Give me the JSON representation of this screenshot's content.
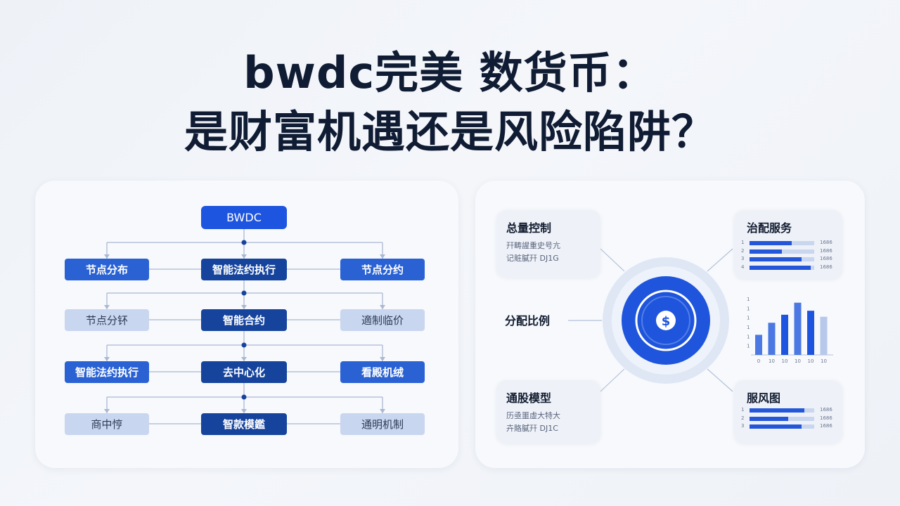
{
  "title": {
    "line1": "bwdc完美 数货币：",
    "line2": "是财富机遇还是风险陷阱？"
  },
  "flowchart": {
    "top": "BWDC",
    "rows": [
      [
        "节点分布",
        "智能法约执行",
        "节点分约"
      ],
      [
        "节点分钚",
        "智能合约",
        "適制临价"
      ],
      [
        "智能法约执行",
        "去中心化",
        "看殿机绒"
      ],
      [
        "商中悙",
        "智款模鑑",
        "通明机制"
      ]
    ]
  },
  "hub": {
    "center_icon": "dollar-coin-icon",
    "cards": {
      "total_control": {
        "title": "总量控制",
        "lines": [
          "幵畴謃重史号亢",
          "记賍膩幵 DJ1G"
        ]
      },
      "governance": {
        "title": "治配服务",
        "bars": [
          {
            "tick": "1",
            "value": 0.65,
            "label": "1686"
          },
          {
            "tick": "2",
            "value": 0.5,
            "label": "1686"
          },
          {
            "tick": "3",
            "value": 0.8,
            "label": "1686"
          },
          {
            "tick": "4",
            "value": 0.95,
            "label": "1686"
          }
        ]
      },
      "distribution": {
        "title": "分配比例"
      },
      "share_model": {
        "title": "通股模型",
        "lines": [
          "历亟噩虛大特大",
          "卉賂膩幵 DJ1C"
        ]
      },
      "risk": {
        "title": "服风图",
        "bars": [
          {
            "tick": "1",
            "value": 0.85,
            "label": "1686"
          },
          {
            "tick": "2",
            "value": 0.6,
            "label": "1686"
          },
          {
            "tick": "3",
            "value": 0.8,
            "label": "1686"
          }
        ]
      }
    },
    "column_chart": {
      "values": [
        1.0,
        1.6,
        2.0,
        2.6,
        2.2,
        1.9
      ],
      "highlight": [
        false,
        false,
        true,
        false,
        true,
        false
      ],
      "y_ticks": [
        "1",
        "1",
        "1",
        "1",
        "1",
        "1"
      ],
      "x_ticks": [
        "0",
        "10",
        "10",
        "10",
        "10",
        "10"
      ]
    },
    "colors": {
      "accent": "#1d54e0",
      "accent_light": "#7a9be6",
      "navy": "#16449d",
      "light_node": "#c9d6ef"
    }
  }
}
